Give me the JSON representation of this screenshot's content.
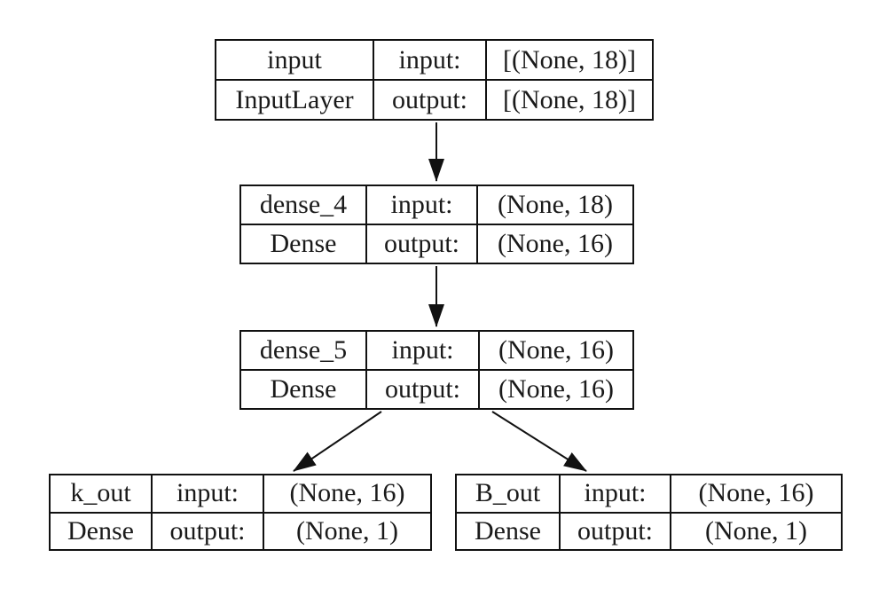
{
  "colors": {
    "background": "#ffffff",
    "line": "#111111",
    "text": "#1a1a1a"
  },
  "nodes": [
    {
      "name": "input",
      "layer_type": "InputLayer",
      "input_label": "input:",
      "output_label": "output:",
      "input_shape": "[(None, 18)]",
      "output_shape": "[(None, 18)]"
    },
    {
      "name": "dense_4",
      "layer_type": "Dense",
      "input_label": "input:",
      "output_label": "output:",
      "input_shape": "(None, 18)",
      "output_shape": "(None, 16)"
    },
    {
      "name": "dense_5",
      "layer_type": "Dense",
      "input_label": "input:",
      "output_label": "output:",
      "input_shape": "(None, 16)",
      "output_shape": "(None, 16)"
    },
    {
      "name": "k_out",
      "layer_type": "Dense",
      "input_label": "input:",
      "output_label": "output:",
      "input_shape": "(None, 16)",
      "output_shape": "(None, 1)"
    },
    {
      "name": "B_out",
      "layer_type": "Dense",
      "input_label": "input:",
      "output_label": "output:",
      "input_shape": "(None, 16)",
      "output_shape": "(None, 1)"
    }
  ],
  "edges": [
    {
      "from": "input",
      "to": "dense_4"
    },
    {
      "from": "dense_4",
      "to": "dense_5"
    },
    {
      "from": "dense_5",
      "to": "k_out"
    },
    {
      "from": "dense_5",
      "to": "B_out"
    }
  ]
}
